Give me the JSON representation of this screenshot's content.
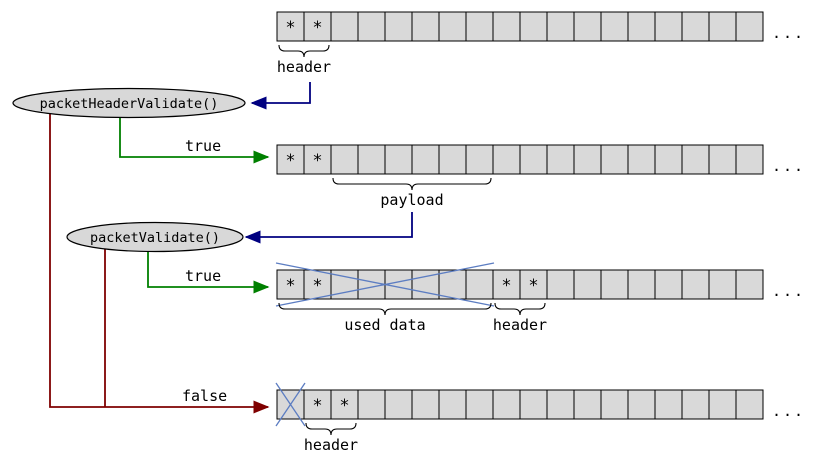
{
  "colors": {
    "cell_fill": "#d9d9d9",
    "cell_stroke": "#000000",
    "node_fill": "#d8d8d8",
    "node_stroke": "#000000",
    "arrow_navy": "#000080",
    "arrow_green": "#008000",
    "arrow_red": "#7f0000",
    "cross_blue": "#5c7dc2",
    "label_text": "#000000"
  },
  "star": "*",
  "ellipsis": "...",
  "nodes": [
    {
      "id": "packet-header-validate",
      "label": "packetHeaderValidate()"
    },
    {
      "id": "packet-validate",
      "label": "packetValidate()"
    }
  ],
  "edge_labels": {
    "true_top": "true",
    "true_mid": "true",
    "false_bottom": "false"
  },
  "rows": [
    {
      "name": "packet-row-1",
      "cells": 18,
      "stars": [
        0,
        1
      ],
      "braces": [
        {
          "from": 0,
          "to": 1,
          "label": "header"
        }
      ]
    },
    {
      "name": "packet-row-2",
      "cells": 18,
      "stars": [
        0,
        1
      ],
      "braces": [
        {
          "from": 2,
          "to": 7,
          "label": "payload"
        }
      ]
    },
    {
      "name": "packet-row-3",
      "cells": 18,
      "stars": [
        0,
        1,
        8,
        9
      ],
      "cross": {
        "from": 0,
        "to": 7
      },
      "braces": [
        {
          "from": 0,
          "to": 7,
          "label": "used data"
        },
        {
          "from": 8,
          "to": 9,
          "label": "header"
        }
      ]
    },
    {
      "name": "packet-row-4",
      "cells": 18,
      "stars": [
        1,
        2
      ],
      "cross": {
        "from": 0,
        "to": 0
      },
      "braces": [
        {
          "from": 1,
          "to": 2,
          "label": "header"
        }
      ]
    }
  ]
}
